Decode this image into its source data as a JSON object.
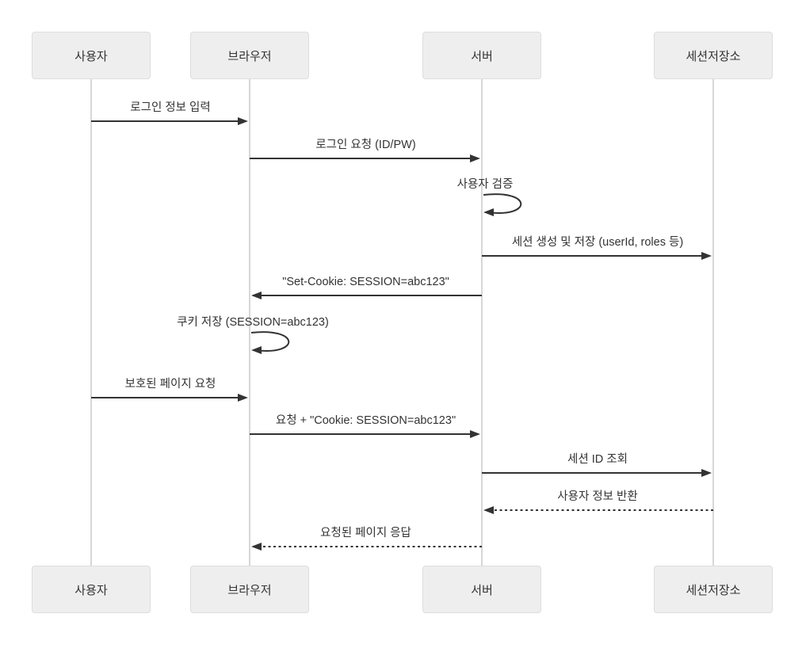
{
  "diagram": {
    "type": "sequence-diagram",
    "actors": [
      {
        "id": "user",
        "label": "사용자"
      },
      {
        "id": "browser",
        "label": "브라우저"
      },
      {
        "id": "server",
        "label": "서버"
      },
      {
        "id": "store",
        "label": "세션저장소"
      }
    ],
    "messages": [
      {
        "text": "로그인 정보 입력",
        "from": "user",
        "to": "browser",
        "line": "solid",
        "kind": "message"
      },
      {
        "text": "로그인 요청 (ID/PW)",
        "from": "browser",
        "to": "server",
        "line": "solid",
        "kind": "message"
      },
      {
        "text": "사용자 검증",
        "from": "server",
        "to": "server",
        "line": "solid",
        "kind": "self"
      },
      {
        "text": "세션 생성 및 저장 (userId, roles 등)",
        "from": "server",
        "to": "store",
        "line": "solid",
        "kind": "message"
      },
      {
        "text": "\"Set-Cookie: SESSION=abc123\"",
        "from": "server",
        "to": "browser",
        "line": "solid",
        "kind": "message"
      },
      {
        "text": "쿠키 저장 (SESSION=abc123)",
        "from": "browser",
        "to": "browser",
        "line": "solid",
        "kind": "self"
      },
      {
        "text": "보호된 페이지 요청",
        "from": "user",
        "to": "browser",
        "line": "solid",
        "kind": "message"
      },
      {
        "text": "요청 + \"Cookie: SESSION=abc123\"",
        "from": "browser",
        "to": "server",
        "line": "solid",
        "kind": "message"
      },
      {
        "text": "세션 ID 조회",
        "from": "server",
        "to": "store",
        "line": "solid",
        "kind": "message"
      },
      {
        "text": "사용자 정보 반환",
        "from": "store",
        "to": "server",
        "line": "dashed",
        "kind": "message"
      },
      {
        "text": "요청된 페이지 응답",
        "from": "server",
        "to": "browser",
        "line": "dashed",
        "kind": "message"
      }
    ],
    "colors": {
      "background": "#ffffff",
      "actor_fill": "#eeeeee",
      "actor_border": "#dddddd",
      "text": "#333333",
      "arrow": "#333333",
      "lifeline": "#d7d7d7"
    }
  }
}
